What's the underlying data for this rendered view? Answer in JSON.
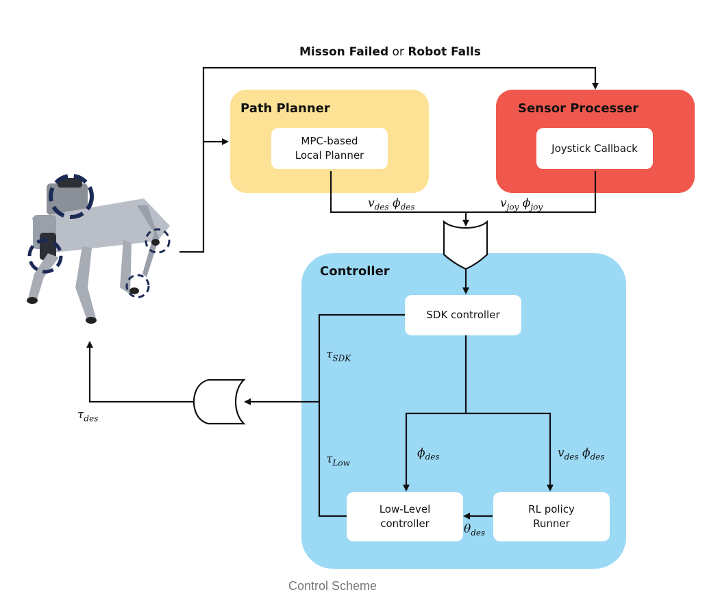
{
  "top_label": {
    "left": "Misson Failed",
    "mid": "or",
    "right": "Robot Falls"
  },
  "path_planner": {
    "title": "Path Planner",
    "box": "MPC-based\nLocal Planner",
    "color": "#fde295"
  },
  "sensor_processer": {
    "title": "Sensor Processer",
    "box": "Joystick Callback",
    "color": "#f1584d"
  },
  "controller": {
    "title": "Controller",
    "color": "#9bd9f5",
    "sdk_box": "SDK controller",
    "low_level_box": "Low-Level\ncontroller",
    "rl_box": "RL policy\nRunner"
  },
  "signals": {
    "v_des": {
      "sym": "v",
      "sub": "des"
    },
    "phi_des": {
      "sym": "ϕ",
      "sub": "des"
    },
    "v_joy": {
      "sym": "v",
      "sub": "joy"
    },
    "phi_joy": {
      "sym": "ϕ",
      "sub": "joy"
    },
    "tau_sdk": {
      "sym": "τ",
      "sub": "SDK"
    },
    "tau_low": {
      "sym": "τ",
      "sub": "Low"
    },
    "tau_des": {
      "sym": "τ",
      "sub": "des"
    },
    "theta_des": {
      "sym": "θ",
      "sub": "des"
    }
  },
  "caption": "Control Scheme",
  "colors": {
    "line": "#111111",
    "robot_ring": "#1b2a55",
    "robot_body": "#b9bec7"
  }
}
